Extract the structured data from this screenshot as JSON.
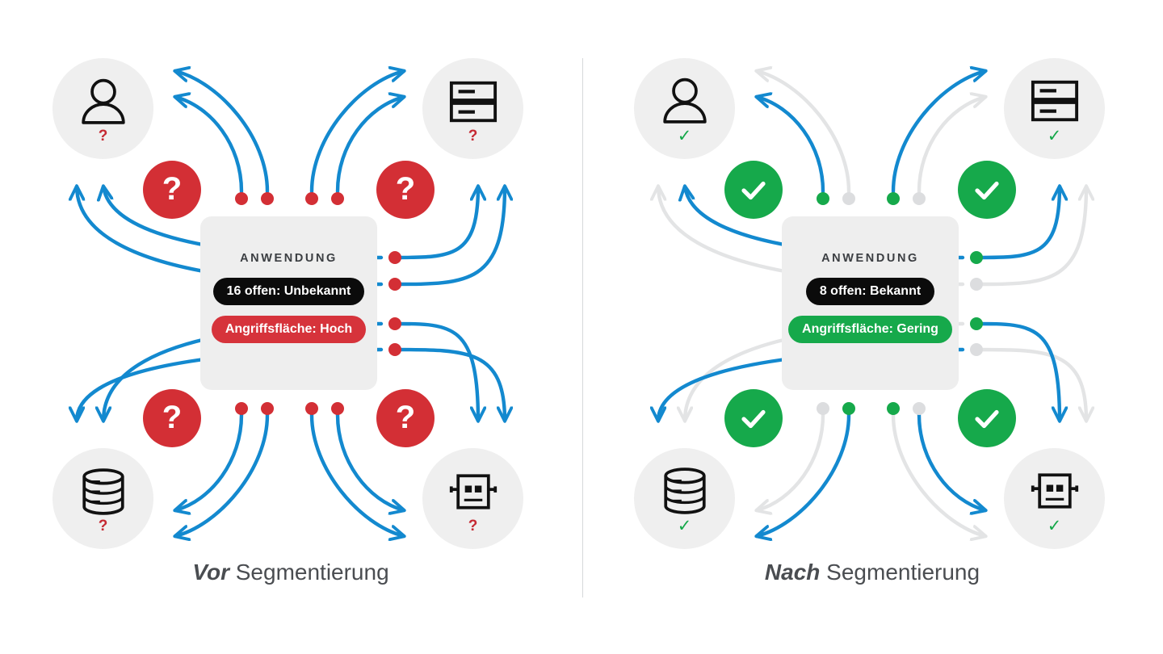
{
  "colors": {
    "blue": "#1389cf",
    "grey_arc": "#e3e4e5",
    "red": "#d32f35",
    "green": "#16a94b",
    "card_bg": "#eeeeee",
    "node_bg": "#efefef",
    "dark_pill": "#0b0b0b",
    "divider": "#d6d8da",
    "text": "#4a4d51"
  },
  "panels": [
    {
      "id": "before",
      "caption_emphasis": "Vor",
      "caption_rest": " Segmentierung",
      "card": {
        "title": "ANWENDUNG",
        "status_pill": "16 offen: Unbekannt",
        "risk_pill": "Angriffsfläche: Hoch",
        "risk_pill_color": "#d6333b"
      },
      "nodes": [
        {
          "position": "top-left",
          "icon": "user-icon",
          "mark": "?",
          "mark_state": "unknown"
        },
        {
          "position": "top-right",
          "icon": "server-icon",
          "mark": "?",
          "mark_state": "unknown"
        },
        {
          "position": "bottom-left",
          "icon": "database-icon",
          "mark": "?",
          "mark_state": "unknown"
        },
        {
          "position": "bottom-right",
          "icon": "robot-icon",
          "mark": "?",
          "mark_state": "unknown"
        }
      ],
      "badges": [
        {
          "position": "top-left",
          "type": "question",
          "symbol": "?"
        },
        {
          "position": "top-right",
          "type": "question",
          "symbol": "?"
        },
        {
          "position": "bottom-left",
          "type": "question",
          "symbol": "?"
        },
        {
          "position": "bottom-right",
          "type": "question",
          "symbol": "?"
        }
      ],
      "flows": "all-open",
      "dot_colors": [
        "#d32f35",
        "#d32f35"
      ],
      "arc_colors": [
        "#1389cf",
        "#1389cf"
      ]
    },
    {
      "id": "after",
      "caption_emphasis": "Nach",
      "caption_rest": " Segmentierung",
      "card": {
        "title": "ANWENDUNG",
        "status_pill": "8 offen: Bekannt",
        "risk_pill": "Angriffsfläche: Gering",
        "risk_pill_color": "#16a94b"
      },
      "nodes": [
        {
          "position": "top-left",
          "icon": "user-icon",
          "mark": "✓",
          "mark_state": "ok"
        },
        {
          "position": "top-right",
          "icon": "server-icon",
          "mark": "✓",
          "mark_state": "ok"
        },
        {
          "position": "bottom-left",
          "icon": "database-icon",
          "mark": "✓",
          "mark_state": "ok"
        },
        {
          "position": "bottom-right",
          "icon": "robot-icon",
          "mark": "✓",
          "mark_state": "ok"
        }
      ],
      "badges": [
        {
          "position": "top-left",
          "type": "check",
          "symbol": "✓"
        },
        {
          "position": "top-right",
          "type": "check",
          "symbol": "✓"
        },
        {
          "position": "bottom-left",
          "type": "check",
          "symbol": "✓"
        },
        {
          "position": "bottom-right",
          "type": "check",
          "symbol": "✓"
        }
      ],
      "flows": "half-blocked",
      "dot_colors": [
        "#16a94b",
        "#dcdddf"
      ],
      "arc_colors": [
        "#1389cf",
        "#e3e4e5"
      ]
    }
  ]
}
